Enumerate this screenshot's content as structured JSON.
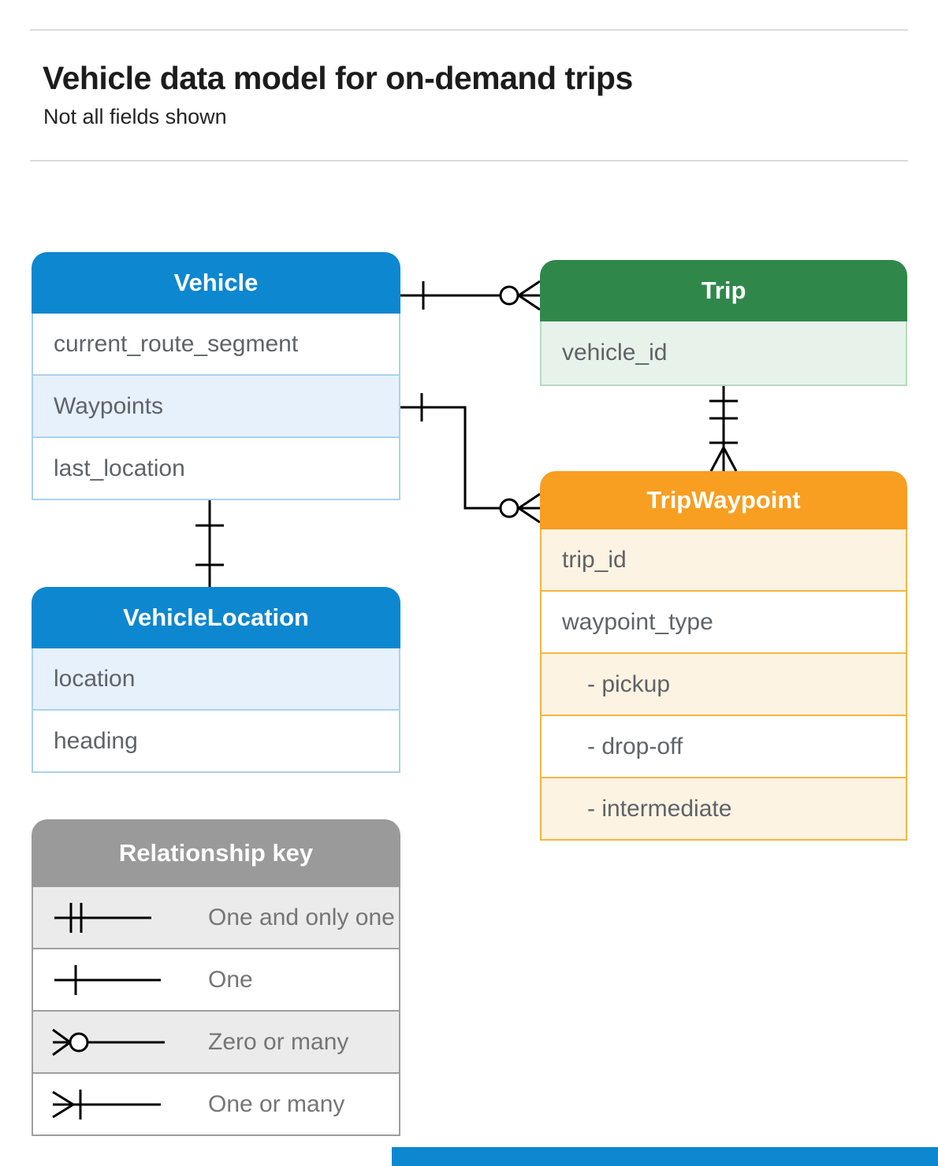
{
  "header": {
    "title": "Vehicle data model for on-demand trips",
    "subtitle": "Not all fields shown"
  },
  "tables": {
    "vehicle": {
      "title": "Vehicle",
      "rows": [
        "current_route_segment",
        "Waypoints",
        "last_location"
      ]
    },
    "trip": {
      "title": "Trip",
      "rows": [
        "vehicle_id"
      ]
    },
    "trip_waypoint": {
      "title": "TripWaypoint",
      "rows": [
        "trip_id",
        "waypoint_type",
        "-  pickup",
        "-  drop-off",
        "-  intermediate"
      ]
    },
    "vehicle_location": {
      "title": "VehicleLocation",
      "rows": [
        "location",
        "heading"
      ]
    }
  },
  "legend": {
    "title": "Relationship key",
    "items": [
      {
        "symbol": "one-and-only-one-symbol",
        "label": "One and only one"
      },
      {
        "symbol": "one-symbol",
        "label": "One"
      },
      {
        "symbol": "zero-or-many-symbol",
        "label": "Zero or many"
      },
      {
        "symbol": "one-or-many-symbol",
        "label": "One or many"
      }
    ]
  },
  "relationships": [
    {
      "from": "Vehicle",
      "to": "Trip",
      "from_cardinality": "one",
      "to_cardinality": "zero-or-many"
    },
    {
      "from": "Vehicle.Waypoints",
      "to": "TripWaypoint",
      "from_cardinality": "one",
      "to_cardinality": "zero-or-many"
    },
    {
      "from": "Trip",
      "to": "TripWaypoint",
      "from_cardinality": "one-and-only-one",
      "to_cardinality": "one-or-many"
    },
    {
      "from": "Vehicle",
      "to": "VehicleLocation",
      "from_cardinality": "one",
      "to_cardinality": "one"
    }
  ],
  "colors": {
    "blue_header": "#0d87cf",
    "blue_row": "#e7f1fc",
    "green_header": "#2f884a",
    "green_row": "#e7f3ea",
    "orange_header": "#f89e20",
    "orange_row": "#fdf3e3",
    "gray_header": "#9a9a9a",
    "gray_row": "#ebebeb",
    "field_text": "#5f6368",
    "connector": "#000000"
  }
}
